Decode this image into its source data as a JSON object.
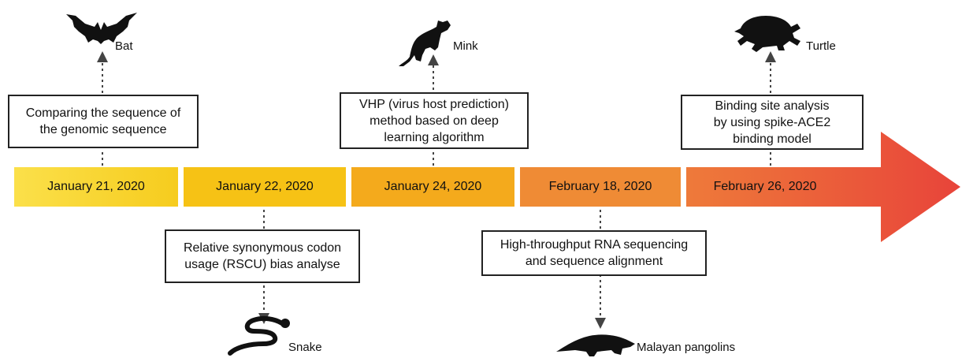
{
  "timeline": {
    "segments": [
      {
        "date": "January 21, 2020",
        "color": "#f8d53a"
      },
      {
        "date": "January 22, 2020",
        "color": "#f6c215"
      },
      {
        "date": "January 24, 2020",
        "color": "#f4a91c"
      },
      {
        "date": "February 18, 2020",
        "color": "#ef8a36"
      },
      {
        "date": "February 26, 2020",
        "color": "#eb6a3c"
      }
    ],
    "arrow_color": "#e8443a"
  },
  "methods": [
    {
      "text": "Comparing the sequence of\nthe genomic sequence",
      "host": "Bat",
      "icon": "bat-icon"
    },
    {
      "text": "Relative synonymous codon\nusage (RSCU) bias analyse",
      "host": "Snake",
      "icon": "snake-icon"
    },
    {
      "text": "VHP (virus host prediction)\nmethod based on deep\nlearning algorithm",
      "host": "Mink",
      "icon": "mink-icon"
    },
    {
      "text": "High-throughput RNA sequencing\nand sequence alignment",
      "host": "Malayan pangolins",
      "icon": "pangolin-icon"
    },
    {
      "text": "Binding site analysis\nby using spike-ACE2\nbinding model",
      "host": "Turtle",
      "icon": "turtle-icon"
    }
  ]
}
